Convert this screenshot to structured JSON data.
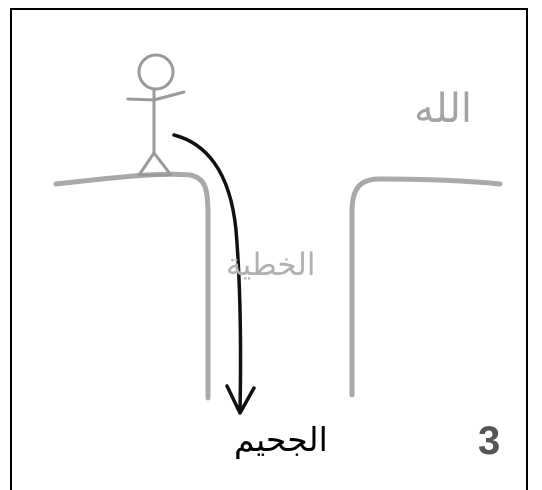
{
  "labels": {
    "god": "الله",
    "sin": "الخطية",
    "hell": "الجحيم"
  },
  "step_number": "3",
  "colors": {
    "cliff": "#a9a9a9",
    "figure": "#9a9a9a",
    "arrow": "#000000",
    "god_text": "#a3a3a3",
    "sin_text": "#b0b0b0",
    "hell_text": "#000000",
    "number_text": "#555555",
    "frame": "#000000"
  }
}
